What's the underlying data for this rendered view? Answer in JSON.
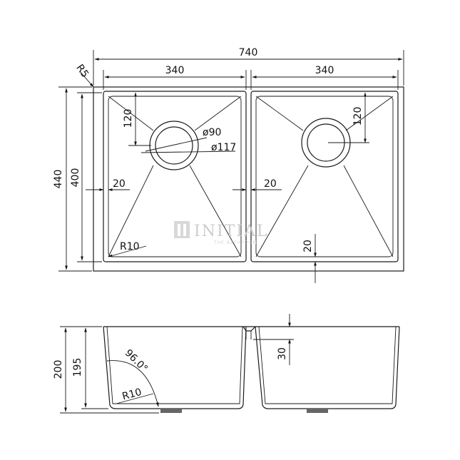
{
  "top_view": {
    "overall_width": "740",
    "corner_radius": "R5",
    "bowl_left_width": "340",
    "bowl_right_width": "340",
    "overall_depth": "440",
    "bowl_depth": "400",
    "waste_offset_left": "120",
    "waste_offset_right": "120",
    "waste_inner_dia": "ø90",
    "waste_outer_dia": "ø117",
    "wall_left": "20",
    "wall_center": "20",
    "bottom_wall": "20",
    "bowl_corner_radius": "R10"
  },
  "side_view": {
    "overall_height": "200",
    "bowl_height": "195",
    "angle": "96.0°",
    "base_radius": "R10",
    "divider_drop": "30"
  },
  "watermark": {
    "brand": "INITIAL",
    "tagline": "THE BATHROOM"
  }
}
